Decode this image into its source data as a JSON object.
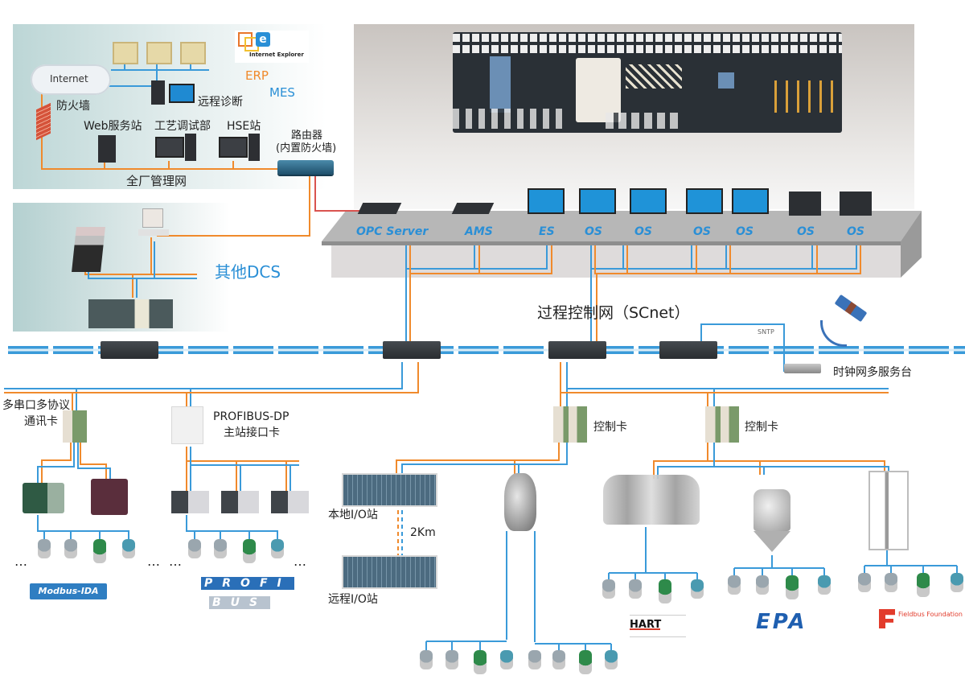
{
  "colors": {
    "network_blue": "#3a9ad9",
    "network_orange": "#f08a2c",
    "router_red": "#d9534f",
    "text_dark": "#222222",
    "station_label_blue": "#2a8fd6",
    "dcs_label_blue": "#2a8fd6",
    "erp_orange": "#f08a2c",
    "mes_blue": "#2a8fd6"
  },
  "management_zone": {
    "internet": "Internet",
    "firewall": "防火墙",
    "remote_diagnosis": "远程诊断",
    "ie_logo": "Internet Explorer",
    "erp": "ERP",
    "mes": "MES",
    "web_server": "Web服务站",
    "process_debug": "工艺调试部",
    "hse": "HSE站",
    "router_line1": "路由器",
    "router_line2": "(内置防火墙)",
    "network_name": "全厂管理网"
  },
  "other_dcs": {
    "label": "其他DCS"
  },
  "control_room": {
    "stations": [
      "OPC Server",
      "AMS",
      "ES",
      "OS",
      "OS",
      "OS",
      "OS",
      "OS",
      "OS"
    ]
  },
  "scnet": {
    "label": "过程控制网（SCnet）",
    "sntp": "SNTP",
    "clock_server": "时钟网多服务台"
  },
  "field": {
    "multi_serial_line1": "多串口多协议",
    "multi_serial_line2": "通讯卡",
    "profibus_line1": "PROFIBUS-DP",
    "profibus_line2": "主站接口卡",
    "local_io": "本地I/O站",
    "distance": "2Km",
    "remote_io": "远程I/O站",
    "control_card_1": "控制卡",
    "control_card_2": "控制卡",
    "ellipsis": "…"
  },
  "protocol_logos": {
    "modbus": "Modbus-IDA",
    "profibus_top": "PROFI",
    "profibus_bottom": "BUS",
    "hart": "HART",
    "epa": "EPA",
    "fieldbus": "Fieldbus Foundation"
  }
}
